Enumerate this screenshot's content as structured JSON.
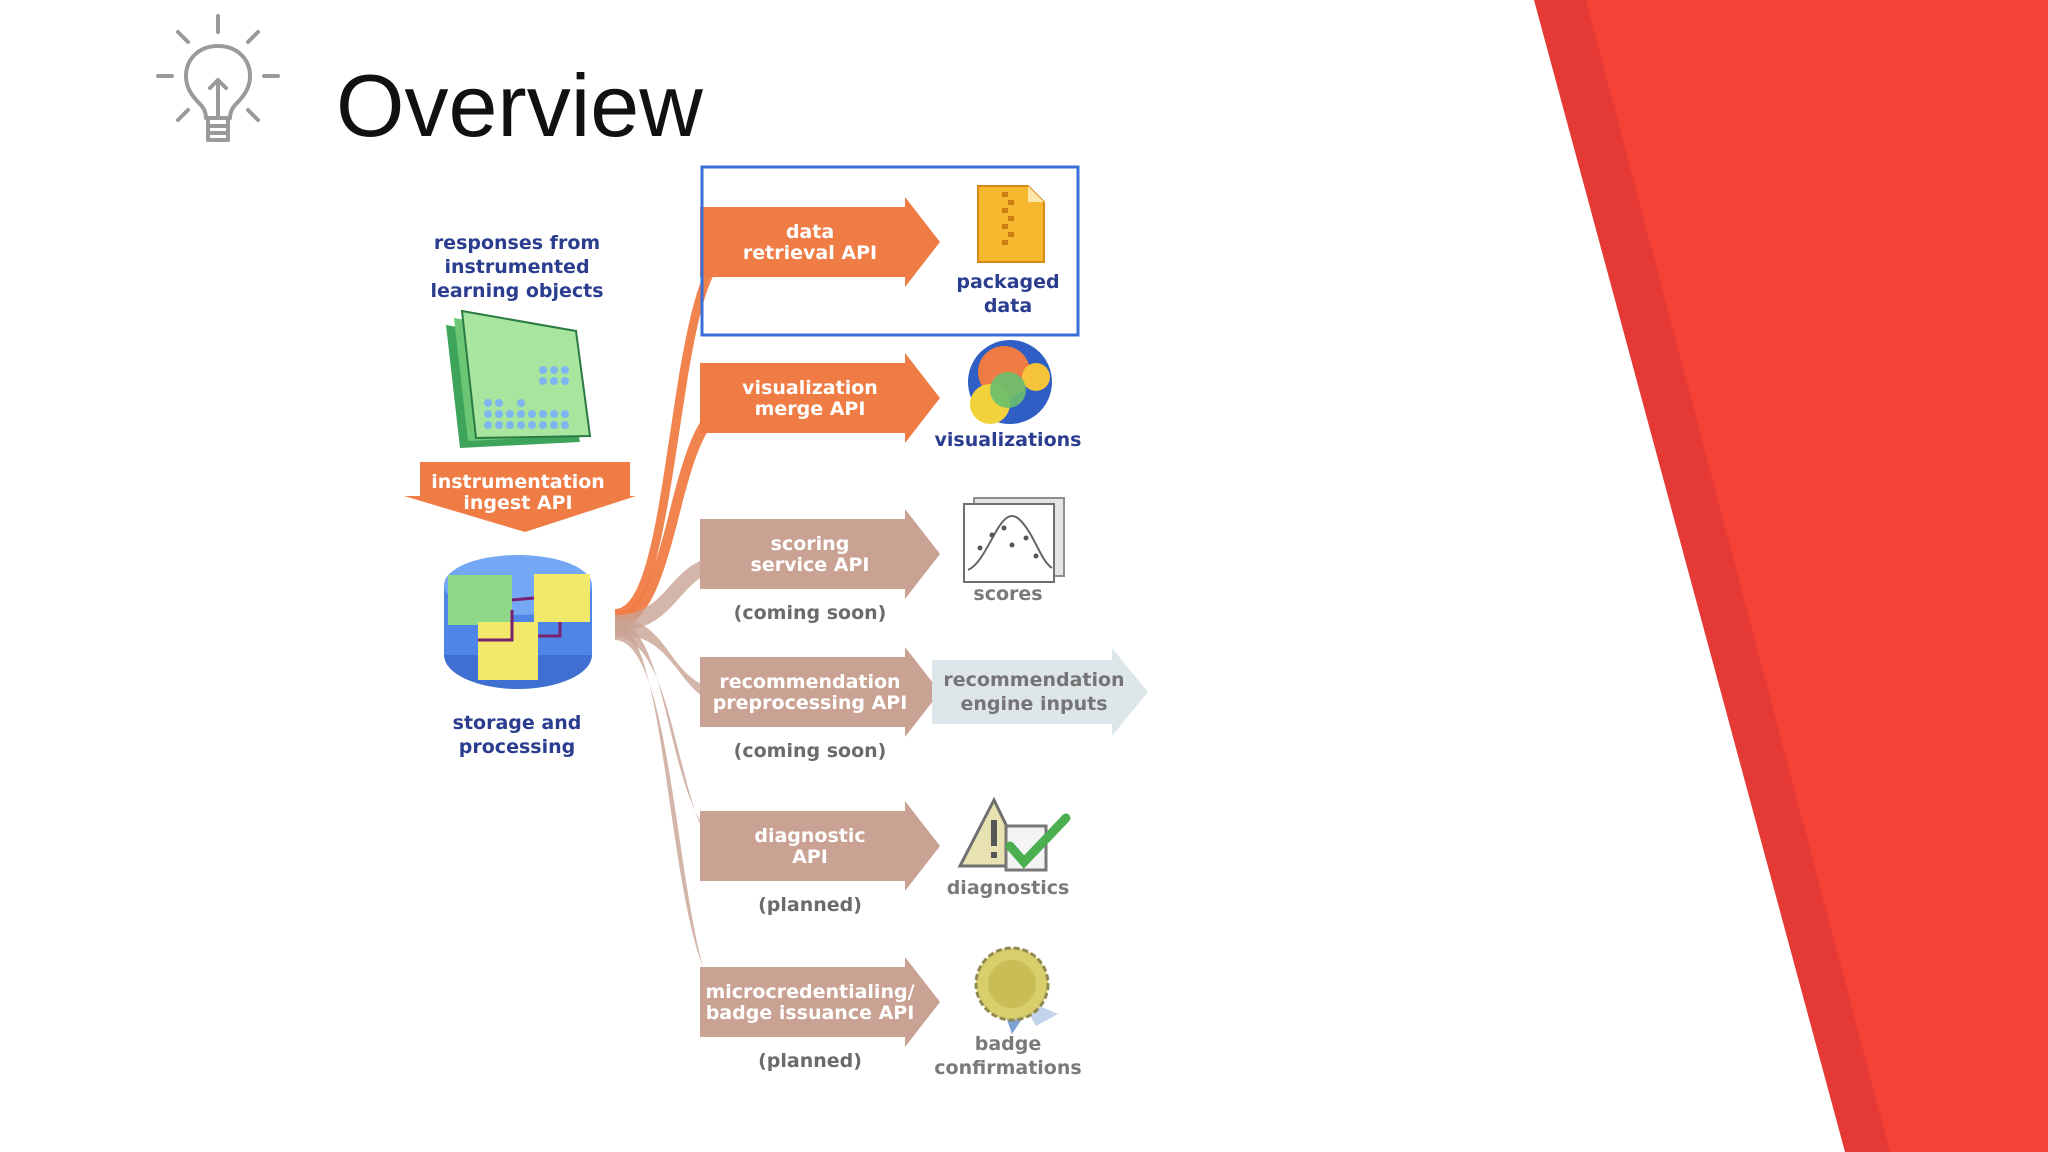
{
  "slide": {
    "title": "Overview",
    "icon": "lightbulb-icon",
    "colors": {
      "accent_red": "#f44336",
      "accent_dark_red": "#e53935",
      "highlight_box": "#3a6fd8",
      "active_arrow": "#f07c45",
      "inactive_arrow": "#c9a293",
      "label_blue": "#2b3d8f"
    }
  },
  "diagram": {
    "source": {
      "label": [
        "responses from",
        "instrumented",
        "learning objects"
      ],
      "icon": "learning-objects-icon"
    },
    "ingest": {
      "label": [
        "instrumentation",
        "ingest API"
      ]
    },
    "storage": {
      "label": [
        "storage and",
        "processing"
      ],
      "icon": "database-icon"
    },
    "apis": [
      {
        "label": [
          "data",
          "retrieval API"
        ],
        "status": "",
        "output": [
          "packaged",
          "data"
        ],
        "output_icon": "zip-file-icon",
        "active": true,
        "highlighted": true
      },
      {
        "label": [
          "visualization",
          "merge API"
        ],
        "status": "",
        "output": [
          "visualizations"
        ],
        "output_icon": "visualization-circles-icon",
        "active": true,
        "highlighted": false
      },
      {
        "label": [
          "scoring",
          "service API"
        ],
        "status": "(coming soon)",
        "output": [
          "scores"
        ],
        "output_icon": "score-chart-icon",
        "active": false,
        "highlighted": false
      },
      {
        "label": [
          "recommendation",
          "preprocessing API"
        ],
        "status": "(coming soon)",
        "output": [
          "recommendation",
          "engine inputs"
        ],
        "output_icon": "right-arrow-icon",
        "active": false,
        "highlighted": false
      },
      {
        "label": [
          "diagnostic",
          "API"
        ],
        "status": "(planned)",
        "output": [
          "diagnostics"
        ],
        "output_icon": "warning-check-icon",
        "active": false,
        "highlighted": false
      },
      {
        "label": [
          "microcredentialing/",
          "badge issuance API"
        ],
        "status": "(planned)",
        "output": [
          "badge",
          "confirmations"
        ],
        "output_icon": "badge-ribbon-icon",
        "active": false,
        "highlighted": false
      }
    ]
  }
}
